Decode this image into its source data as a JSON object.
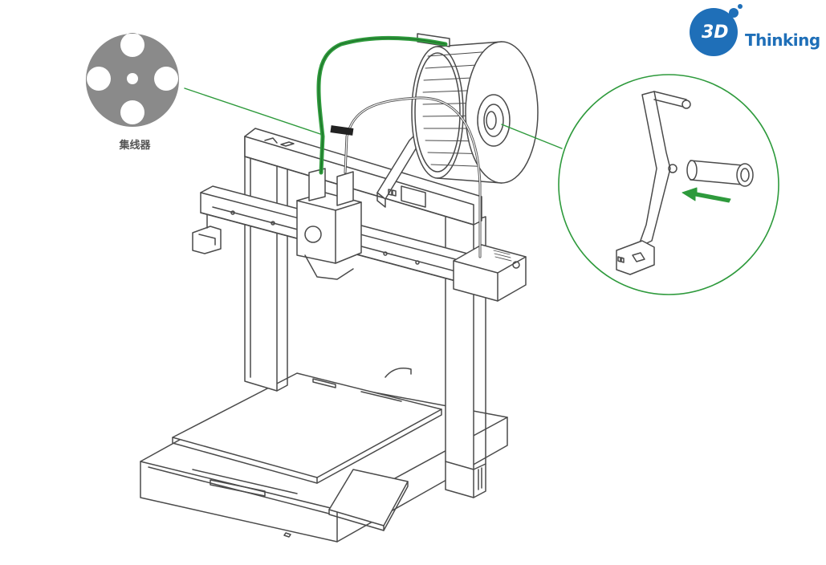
{
  "logo": {
    "mark_text": "3D",
    "brand_text": "Thinking",
    "brand_color": "#1f6fb8"
  },
  "callout": {
    "hub_label": "集线器"
  },
  "colors": {
    "accent_green": "#2e9a3c",
    "line_gray": "#4a4a4a",
    "hub_gray": "#8a8a8a",
    "arrow_green": "#2e9a3c"
  },
  "icons": {
    "hub": "reel-hub-icon",
    "arrow": "insert-arrow-icon"
  }
}
